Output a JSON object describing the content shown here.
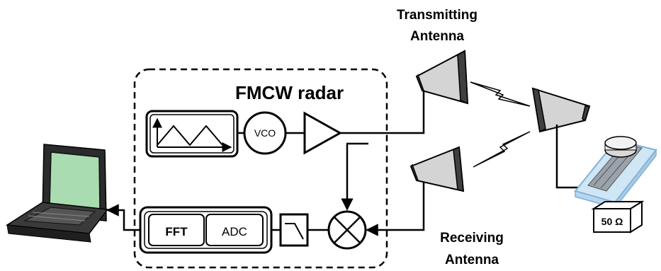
{
  "labels": {
    "radar_title": "FMCW radar",
    "vco": "VCO",
    "fft": "FFT",
    "adc": "ADC",
    "tx_antenna_line1": "Transmitting",
    "tx_antenna_line2": "Antenna",
    "rx_antenna_line1": "Receiving",
    "rx_antenna_line2": "Antenna",
    "load": "50 Ω"
  },
  "colors": {
    "line": "#000000",
    "screen": "#a9dcb0",
    "laptop_body": "#2b2b2b",
    "antenna_face": "#d4d4d4",
    "antenna_dark": "#404040",
    "glass": "#cfe6f5",
    "glass_edge": "#7fb2d9"
  }
}
